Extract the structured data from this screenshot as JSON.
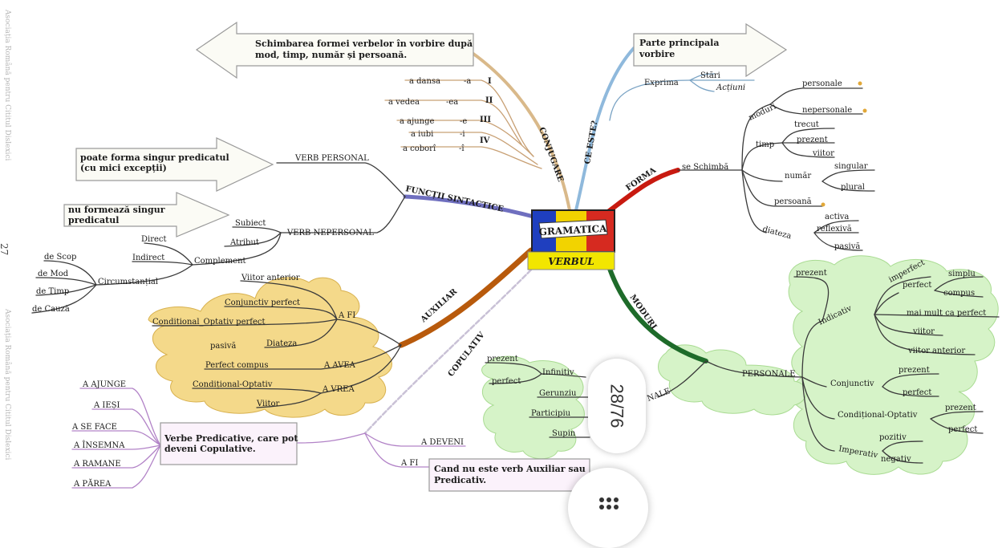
{
  "sidebar": {
    "left_top": "Asociația Română pentru Cititul Dislexici",
    "left_bottom": "Asociația Română pentru Cititul Dislexici",
    "page_number": "27"
  },
  "center": {
    "title": "GRAMATICA",
    "subtitle": "VERBUL",
    "flag_colors": [
      "#1f3fbf",
      "#f2d300",
      "#d62a20"
    ]
  },
  "branches": {
    "conjugare": {
      "label": "CONJUGARE",
      "definition": [
        "Schimbarea formei verbelor în vorbire după",
        "mod, timp, număr și persoană."
      ],
      "rows": [
        {
          "verb": "a dansa",
          "ending": "-a",
          "group": "I"
        },
        {
          "verb": "a vedea",
          "ending": "-ea",
          "group": "II"
        },
        {
          "verb": "a ajunge",
          "ending": "-e",
          "group": "III"
        },
        {
          "verb": "a iubi",
          "ending": "-i",
          "group": ""
        },
        {
          "verb": "a coborî",
          "ending": "-î",
          "group": "IV"
        }
      ]
    },
    "ce_este": {
      "label": "CE ESTE?",
      "definition": [
        "Parte principala",
        "vorbire"
      ],
      "exprima": "Exprima",
      "items": [
        "Stări",
        "Acțiuni"
      ]
    },
    "forma": {
      "label": "FORMA",
      "se_schimba": "se Schimbă",
      "moduri": "moduri",
      "moduri_items": [
        "personale",
        "nepersonale"
      ],
      "timp": "timp",
      "timp_items": [
        "trecut",
        "prezent",
        "viitor"
      ],
      "numar": "număr",
      "numar_items": [
        "singular",
        "plural"
      ],
      "persoana": "persoană",
      "diateza": "diateza",
      "diateza_items": [
        "activa",
        "reflexivă",
        "pasivă"
      ]
    },
    "functii": {
      "label": "FUNCȚII SINTACTICE",
      "verb_personal": "VERB PERSONAL",
      "personal_note": [
        "poate forma singur predicatul",
        "(cu mici excepții)"
      ],
      "verb_nepersonal": "VERB NEPERSONAL",
      "nepersonal_note": [
        "nu formează singur",
        "predicatul"
      ],
      "roles": [
        "Subiect",
        "Atribut",
        "Complement"
      ],
      "complement_items": [
        "Direct",
        "Indirect",
        "Circumstanțial"
      ],
      "circumstantial_items": [
        "de Scop",
        "de Mod",
        "de Timp",
        "de Cauză"
      ]
    },
    "auxiliar": {
      "label": "AUXILIAR",
      "a_fi": "A FI",
      "a_fi_items": [
        "Viitor anterior",
        "Conjunctiv perfect",
        "Condițional_Optativ perfect",
        "Diateza"
      ],
      "pasiva": "pasivă",
      "a_avea": "A AVEA",
      "a_avea_items": [
        "Perfect compus"
      ],
      "a_vrea": "A VREA",
      "a_vrea_items": [
        "Condițional-Optativ",
        "Viitor"
      ]
    },
    "copulativ": {
      "label": "COPULATIV",
      "predicative_note": [
        "Verbe Predicative, care pot",
        "deveni Copulative."
      ],
      "verbs": [
        "A AJUNGE",
        "A IEȘI",
        "A SE FACE",
        "A ÎNSEMNA",
        "A RAMANE",
        "A PĂREA"
      ],
      "a_deveni": "A DEVENI",
      "a_fi": "A FI",
      "a_fi_note": [
        "Cand nu este verb Auxiliar sau",
        "Predicativ."
      ]
    },
    "moduri": {
      "label": "MODURI",
      "personale": "PERSONALE",
      "nepersonale_partial": "NALE",
      "indicativ": "Indicativ",
      "indicativ_items": [
        "prezent",
        "imperfect",
        "perfect",
        "mai mult ca perfect",
        "viitor",
        "viitor anterior"
      ],
      "perfect_items": [
        "simplu",
        "compus"
      ],
      "conjunctiv": "Conjunctiv",
      "conjunctiv_items": [
        "prezent",
        "perfect"
      ],
      "conditional": "Condițional-Optativ",
      "conditional_items": [
        "prezent",
        "perfect"
      ],
      "imperativ": "Imperativ",
      "imperativ_items": [
        "pozitiv",
        "negativ"
      ],
      "nepersonale_items": [
        "Infinitiv",
        "Gerunziu",
        "Participiu",
        "Supin"
      ],
      "infinitiv_items": [
        "prezent",
        "perfect"
      ]
    }
  },
  "viewer": {
    "page_indicator": "28/76",
    "grid_icon": "grid-dots-icon"
  }
}
